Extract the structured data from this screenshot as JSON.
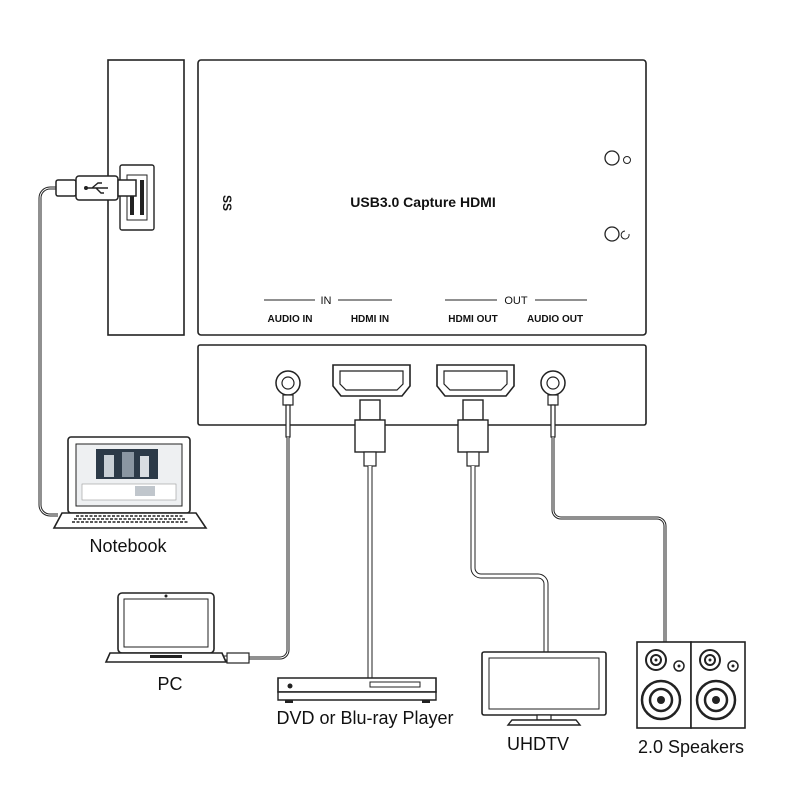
{
  "device": {
    "title": "USB3.0 Capture HDMI",
    "usb_logo": "SS",
    "groups": {
      "in": "IN",
      "out": "OUT"
    },
    "ports": {
      "audio_in": "AUDIO IN",
      "hdmi_in": "HDMI IN",
      "hdmi_out": "HDMI OUT",
      "audio_out": "AUDIO OUT"
    }
  },
  "labels": {
    "notebook": "Notebook",
    "pc": "PC",
    "dvd": "DVD or Blu-ray Player",
    "uhdtv": "UHDTV",
    "speakers": "2.0 Speakers"
  },
  "icons": [
    "usb-plug-icon",
    "laptop-icon",
    "dvd-player-icon",
    "tv-icon",
    "speaker-icon",
    "led-icon",
    "power-icon"
  ],
  "colors": {
    "line": "#222222",
    "screen": "#2c3a48"
  }
}
